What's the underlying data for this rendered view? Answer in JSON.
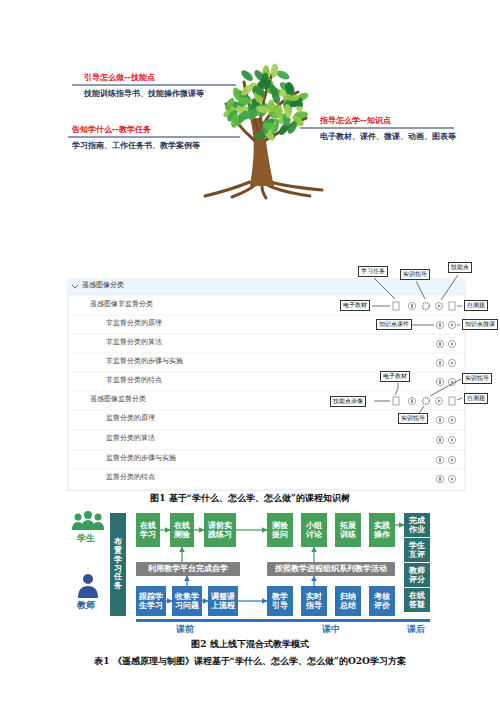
{
  "diagram": {
    "nodes": [
      {
        "text": [
          "技能点"
        ]
      },
      {
        "text": [
          "学习任务"
        ]
      },
      {
        "text": [
          "实训指导"
        ]
      },
      {
        "text": [
          "电子教材"
        ]
      },
      {
        "text": [
          "自测题"
        ]
      },
      {
        "text": [
          "知识点课件"
        ]
      },
      {
        "text": [
          "知识点微课"
        ]
      },
      {
        "text": [
          "电子教材"
        ]
      },
      {
        "text": [
          "实训指导"
        ]
      },
      {
        "text": [
          "自测题"
        ]
      },
      {
        "text": [
          "技能点录像"
        ]
      },
      {
        "text": [
          "实训指导"
        ]
      },
      {
        "text": [
          "布置学习任务"
        ]
      },
      {
        "text": [
          "在线学习"
        ]
      },
      {
        "text": [
          "在线测验"
        ]
      },
      {
        "text": [
          "课前实践练习"
        ]
      },
      {
        "text": [
          "测验提问"
        ]
      },
      {
        "text": [
          "小组讨论"
        ]
      },
      {
        "text": [
          "拓展训练"
        ]
      },
      {
        "text": [
          "实践操作"
        ]
      },
      {
        "text": [
          "完成作业"
        ]
      },
      {
        "text": [
          "学生互评"
        ]
      },
      {
        "text": [
          "利用教学平台完成自学"
        ]
      },
      {
        "text": [
          "按照教学进程组织系列教学活动"
        ]
      },
      {
        "text": [
          "教师评分"
        ]
      },
      {
        "text": [
          "在线答疑"
        ]
      },
      {
        "text": [
          "跟踪学生学习"
        ]
      },
      {
        "text": [
          "收集学习问题"
        ]
      },
      {
        "text": [
          "调整课上流程"
        ]
      },
      {
        "text": [
          "教学引导"
        ]
      },
      {
        "text": [
          "实时指导"
        ]
      },
      {
        "text": [
          "归纳总结"
        ]
      },
      {
        "text": [
          "考核评价"
        ]
      }
    ],
    "edges": [
      {
        "from": 13,
        "to": 14,
        "arrow": "to"
      },
      {
        "from": 14,
        "to": 15,
        "arrow": "to"
      },
      {
        "from": 15,
        "to": 16,
        "arrow": "to"
      },
      {
        "from": 19,
        "to": 20,
        "arrow": "to"
      },
      {
        "from": 26,
        "to": 27,
        "arrow": "to"
      },
      {
        "from": 27,
        "to": 28,
        "arrow": "to"
      },
      {
        "from": 28,
        "to": 29,
        "arrow": "to"
      },
      {
        "from": 22,
        "to": 14,
        "arrow": "to"
      },
      {
        "from": 27,
        "to": 22,
        "arrow": "to"
      },
      {
        "from": 23,
        "to": 17,
        "arrow": "to"
      },
      {
        "from": 30,
        "to": 23,
        "arrow": "to"
      }
    ],
    "labels": [
      "引导怎么做--技能点",
      "技能训练指导书、技能操作微课等",
      "告知学什么--教学任务",
      "学习指南、工作任务书、教学案例等",
      "指导怎么学--知识点",
      "电子教材、课件、微课、动画、图表等",
      "遥感图像分类",
      "遥感图像非监督分类",
      "非监督分类的原理",
      "非监督分类的算法",
      "非监督分类的步骤与实施",
      "非监督分类的特点",
      "遥感图像监督分类",
      "监督分类的原理",
      "监督分类的算法",
      "监督分类的步骤与实施",
      "监督分类的特点",
      "图1 基于“学什么、怎么学、怎么做”的课程知识树",
      "学生",
      "教师",
      "课前",
      "课中",
      "课后",
      "图2 线上线下混合式教学模式",
      "表1 《遥感原理与制图》课程基于“学什么、怎么学、怎么做”的O2O学习方案"
    ]
  }
}
